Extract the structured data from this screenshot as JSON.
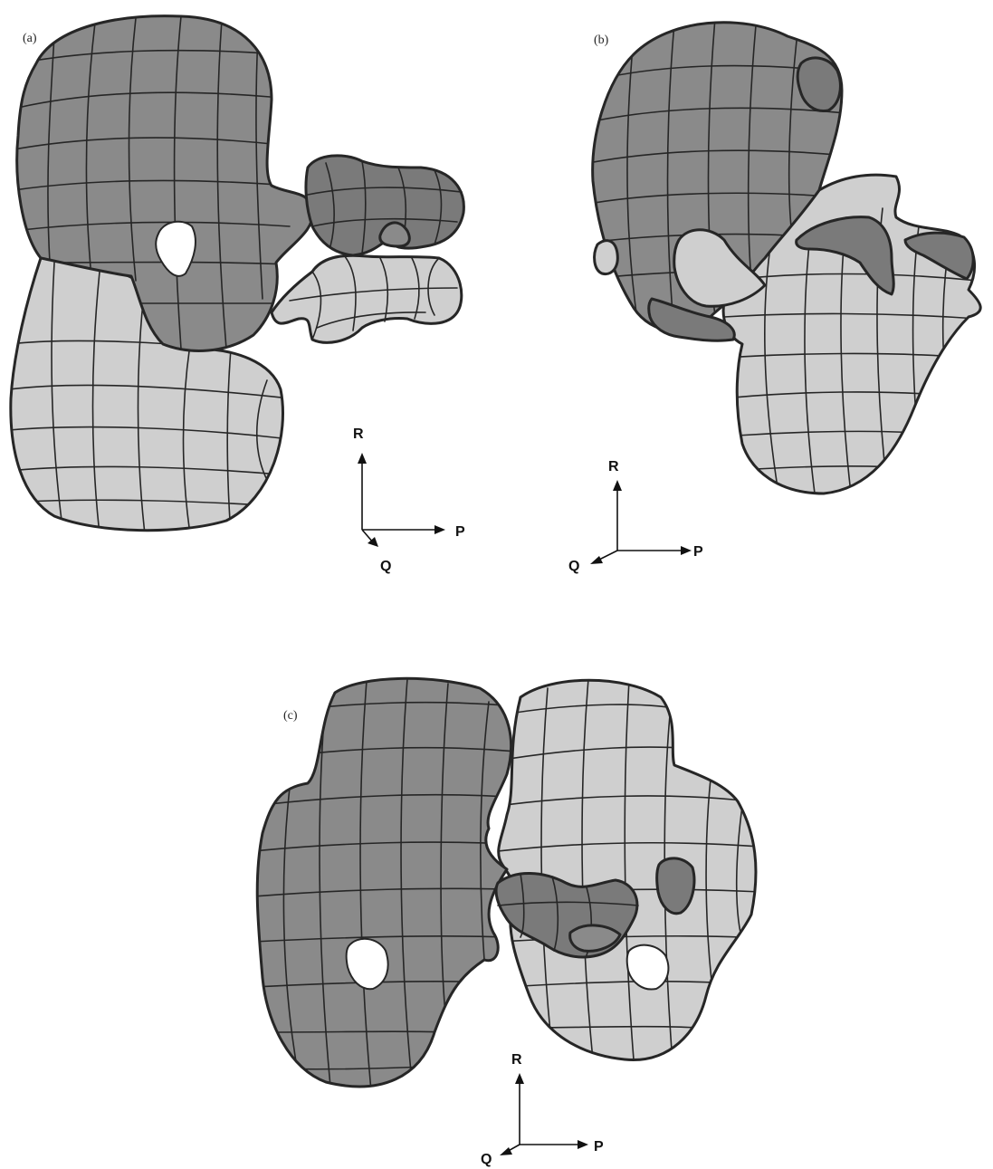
{
  "panels": [
    {
      "label": "(a)",
      "axes": {
        "r": "R",
        "p": "P",
        "q": "Q"
      }
    },
    {
      "label": "(b)",
      "axes": {
        "r": "R",
        "p": "P",
        "q": "Q"
      }
    },
    {
      "label": "(c)",
      "axes": {
        "r": "R",
        "p": "P",
        "q": "Q"
      }
    }
  ],
  "colors": {
    "dark_domain": "#8a8a8a",
    "light_domain": "#cfcfcf",
    "outline": "#262626",
    "background": "#ffffff"
  }
}
